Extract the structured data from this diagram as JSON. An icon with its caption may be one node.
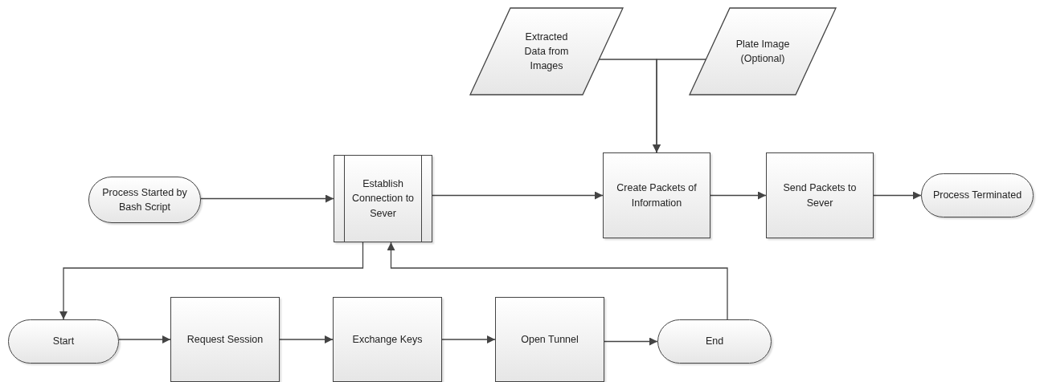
{
  "diagram": {
    "nodes": [
      {
        "text": [
          "Extracted Data from Images"
        ]
      },
      {
        "text": [
          "Plate Image (Optional)"
        ]
      },
      {
        "text": [
          "Process Started by Bash Script"
        ]
      },
      {
        "text": [
          "Establish Connection to Sever"
        ]
      },
      {
        "text": [
          "Create Packets of Information"
        ]
      },
      {
        "text": [
          "Send Packets to Sever"
        ]
      },
      {
        "text": [
          "Process Terminated"
        ]
      },
      {
        "text": [
          "Start"
        ]
      },
      {
        "text": [
          "Request Session"
        ]
      },
      {
        "text": [
          "Exchange Keys"
        ]
      },
      {
        "text": [
          "Open Tunnel"
        ]
      },
      {
        "text": [
          "End"
        ]
      }
    ],
    "edges": [
      {
        "from": 2,
        "to": 3,
        "arrow": "to"
      },
      {
        "from": 3,
        "to": 4,
        "arrow": "to"
      },
      {
        "from": 4,
        "to": 5,
        "arrow": "to"
      },
      {
        "from": 5,
        "to": 6,
        "arrow": "to"
      },
      {
        "from": 0,
        "to": 4,
        "arrow": "to"
      },
      {
        "from": 1,
        "to": 4,
        "arrow": "to"
      },
      {
        "from": 3,
        "to": 7,
        "arrow": "to"
      },
      {
        "from": 7,
        "to": 8,
        "arrow": "to"
      },
      {
        "from": 8,
        "to": 9,
        "arrow": "to"
      },
      {
        "from": 9,
        "to": 10,
        "arrow": "to"
      },
      {
        "from": 10,
        "to": 11,
        "arrow": "to"
      },
      {
        "from": 11,
        "to": 3,
        "arrow": "to"
      }
    ]
  }
}
